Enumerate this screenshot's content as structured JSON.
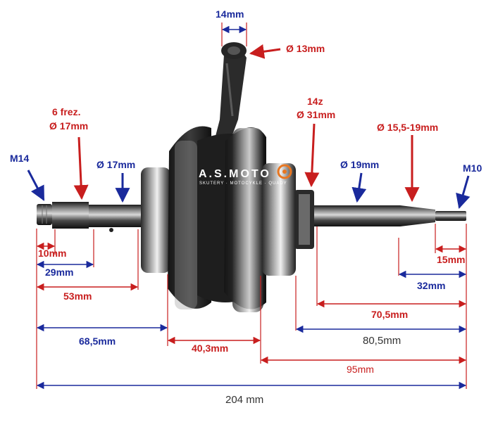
{
  "brand": {
    "logo_text": "A.S.MOTO",
    "tagline": "SKUTERY · MOTOCYKLE · QUADY"
  },
  "labels": {
    "conrod_width": "14mm",
    "pin_diameter": "Ø 13mm",
    "left_thread": "M14",
    "left_spline_line1": "6 frez.",
    "left_spline_line2": "Ø 17mm",
    "left_journal": "Ø 17mm",
    "sprocket_line1": "14z",
    "sprocket_line2": "Ø 31mm",
    "right_journal": "Ø 19mm",
    "right_taper": "Ø 15,5-19mm",
    "right_thread": "M10"
  },
  "dimensions": {
    "d_10": "10mm",
    "d_29": "29mm",
    "d_53": "53mm",
    "d_68_5": "68,5mm",
    "d_40_3": "40,3mm",
    "d_15": "15mm",
    "d_32": "32mm",
    "d_70_5": "70,5mm",
    "d_80_5": "80,5mm",
    "d_95": "95mm",
    "d_204": "204 mm"
  },
  "colors": {
    "red": "#c81e1e",
    "blue": "#1a2a9c",
    "gray": "#555555",
    "brand": "#e87722"
  }
}
